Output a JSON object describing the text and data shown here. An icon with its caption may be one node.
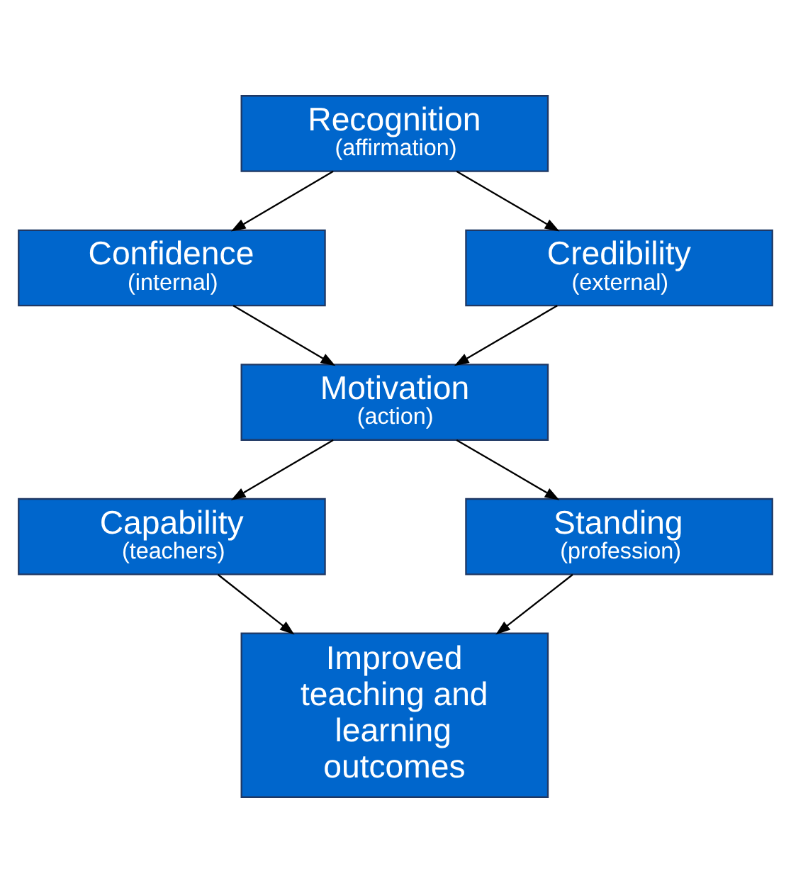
{
  "diagram": {
    "nodes": [
      {
        "text": [
          "Recognition",
          "(affirmation)"
        ]
      },
      {
        "text": [
          "Confidence",
          "(internal)"
        ]
      },
      {
        "text": [
          "Credibility",
          "(external)"
        ]
      },
      {
        "text": [
          "Motivation",
          "(action)"
        ]
      },
      {
        "text": [
          "Capability",
          "(teachers)"
        ]
      },
      {
        "text": [
          "Standing",
          "(profession)"
        ]
      },
      {
        "text": [
          "Improved teaching and learning outcomes"
        ]
      }
    ],
    "edges": [
      {
        "from": 0,
        "to": 1,
        "arrow": "to"
      },
      {
        "from": 0,
        "to": 2,
        "arrow": "to"
      },
      {
        "from": 1,
        "to": 3,
        "arrow": "to"
      },
      {
        "from": 2,
        "to": 3,
        "arrow": "to"
      },
      {
        "from": 3,
        "to": 4,
        "arrow": "to"
      },
      {
        "from": 3,
        "to": 5,
        "arrow": "to"
      },
      {
        "from": 4,
        "to": 6,
        "arrow": "to"
      },
      {
        "from": 5,
        "to": 6,
        "arrow": "to"
      }
    ]
  }
}
